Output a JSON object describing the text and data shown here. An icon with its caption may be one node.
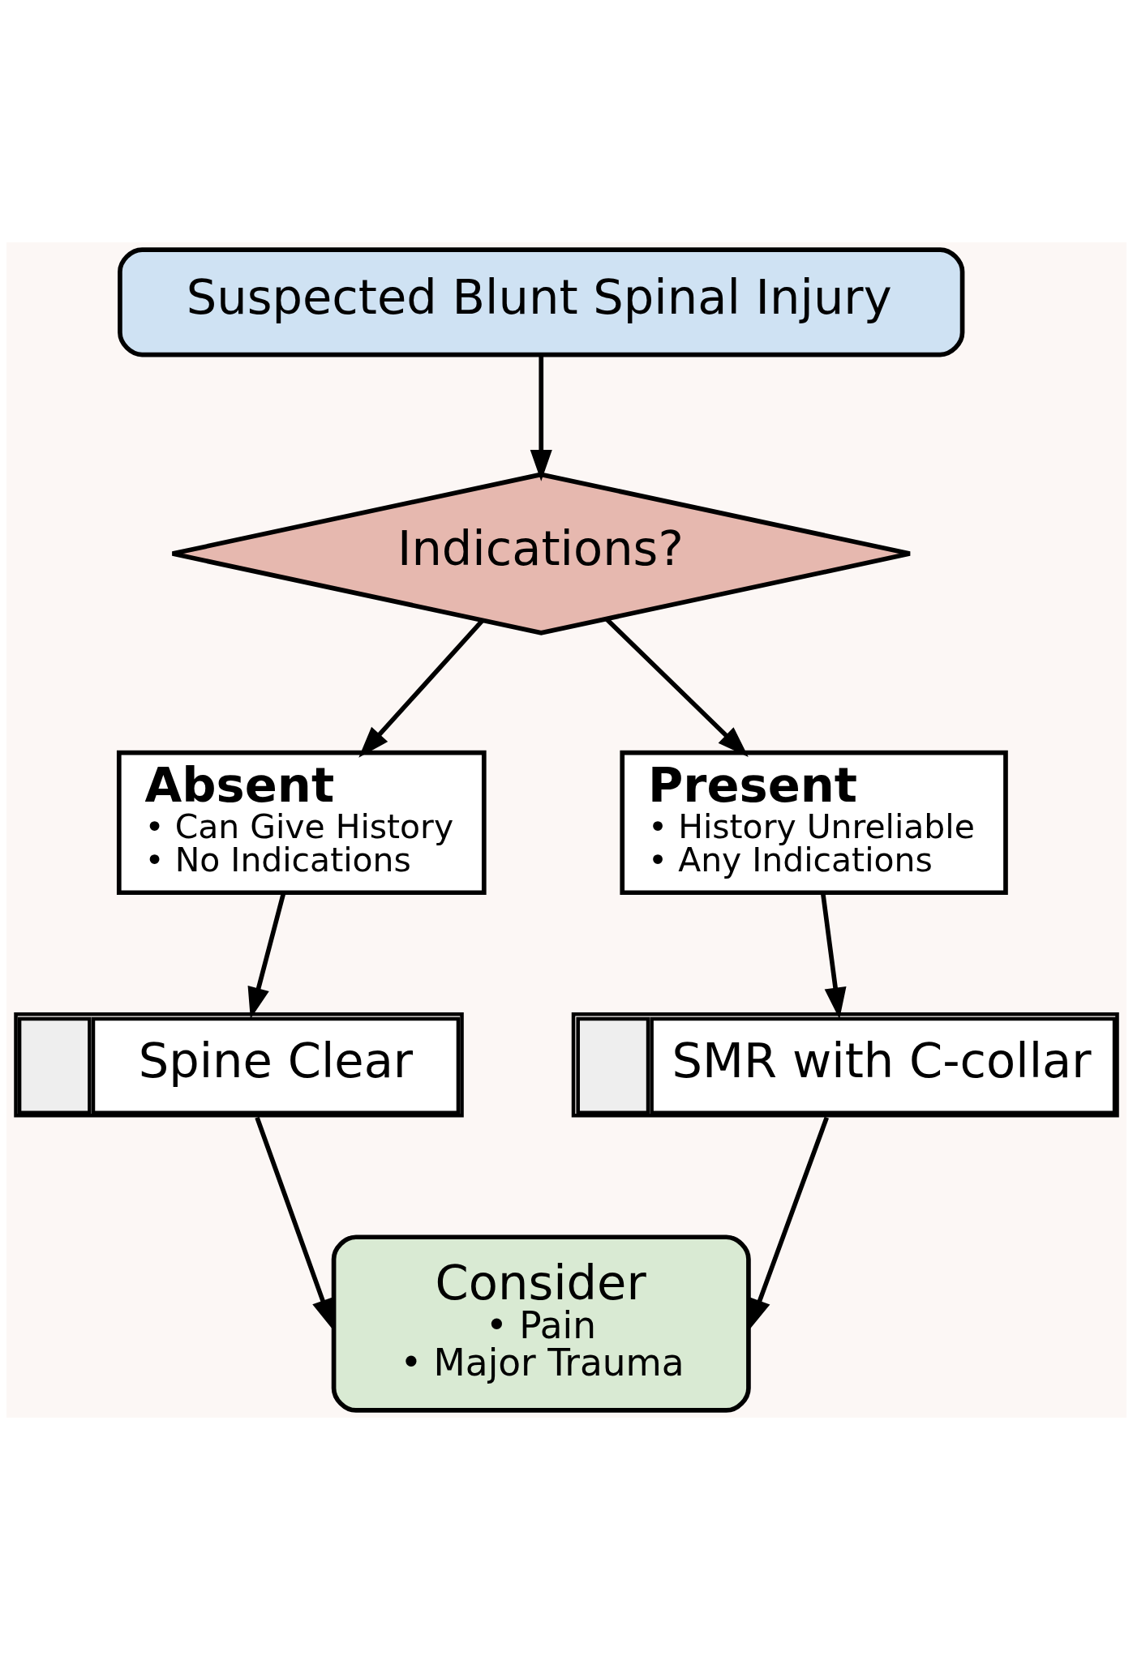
{
  "diagram": {
    "nodes": [
      {
        "text": [
          "Suspected Blunt Spinal Injury"
        ]
      },
      {
        "text": [
          "Indications?"
        ]
      },
      {
        "text": [
          "Absent",
          "• Can Give History",
          "• No Indications"
        ]
      },
      {
        "text": [
          "Present",
          "• History Unreliable",
          "• Any Indications"
        ]
      },
      {
        "text": [
          "Spine Clear"
        ]
      },
      {
        "text": [
          "SMR with C-collar"
        ]
      },
      {
        "text": [
          "Consider",
          "• Pain",
          "• Major Trauma"
        ]
      }
    ],
    "edges": [
      {
        "from": 0,
        "to": 1,
        "arrow": "to"
      },
      {
        "from": 1,
        "to": 2,
        "arrow": "to"
      },
      {
        "from": 1,
        "to": 3,
        "arrow": "to"
      },
      {
        "from": 2,
        "to": 4,
        "arrow": "to"
      },
      {
        "from": 3,
        "to": 5,
        "arrow": "to"
      },
      {
        "from": 4,
        "to": 6,
        "arrow": "to"
      },
      {
        "from": 5,
        "to": 6,
        "arrow": "to"
      }
    ]
  }
}
